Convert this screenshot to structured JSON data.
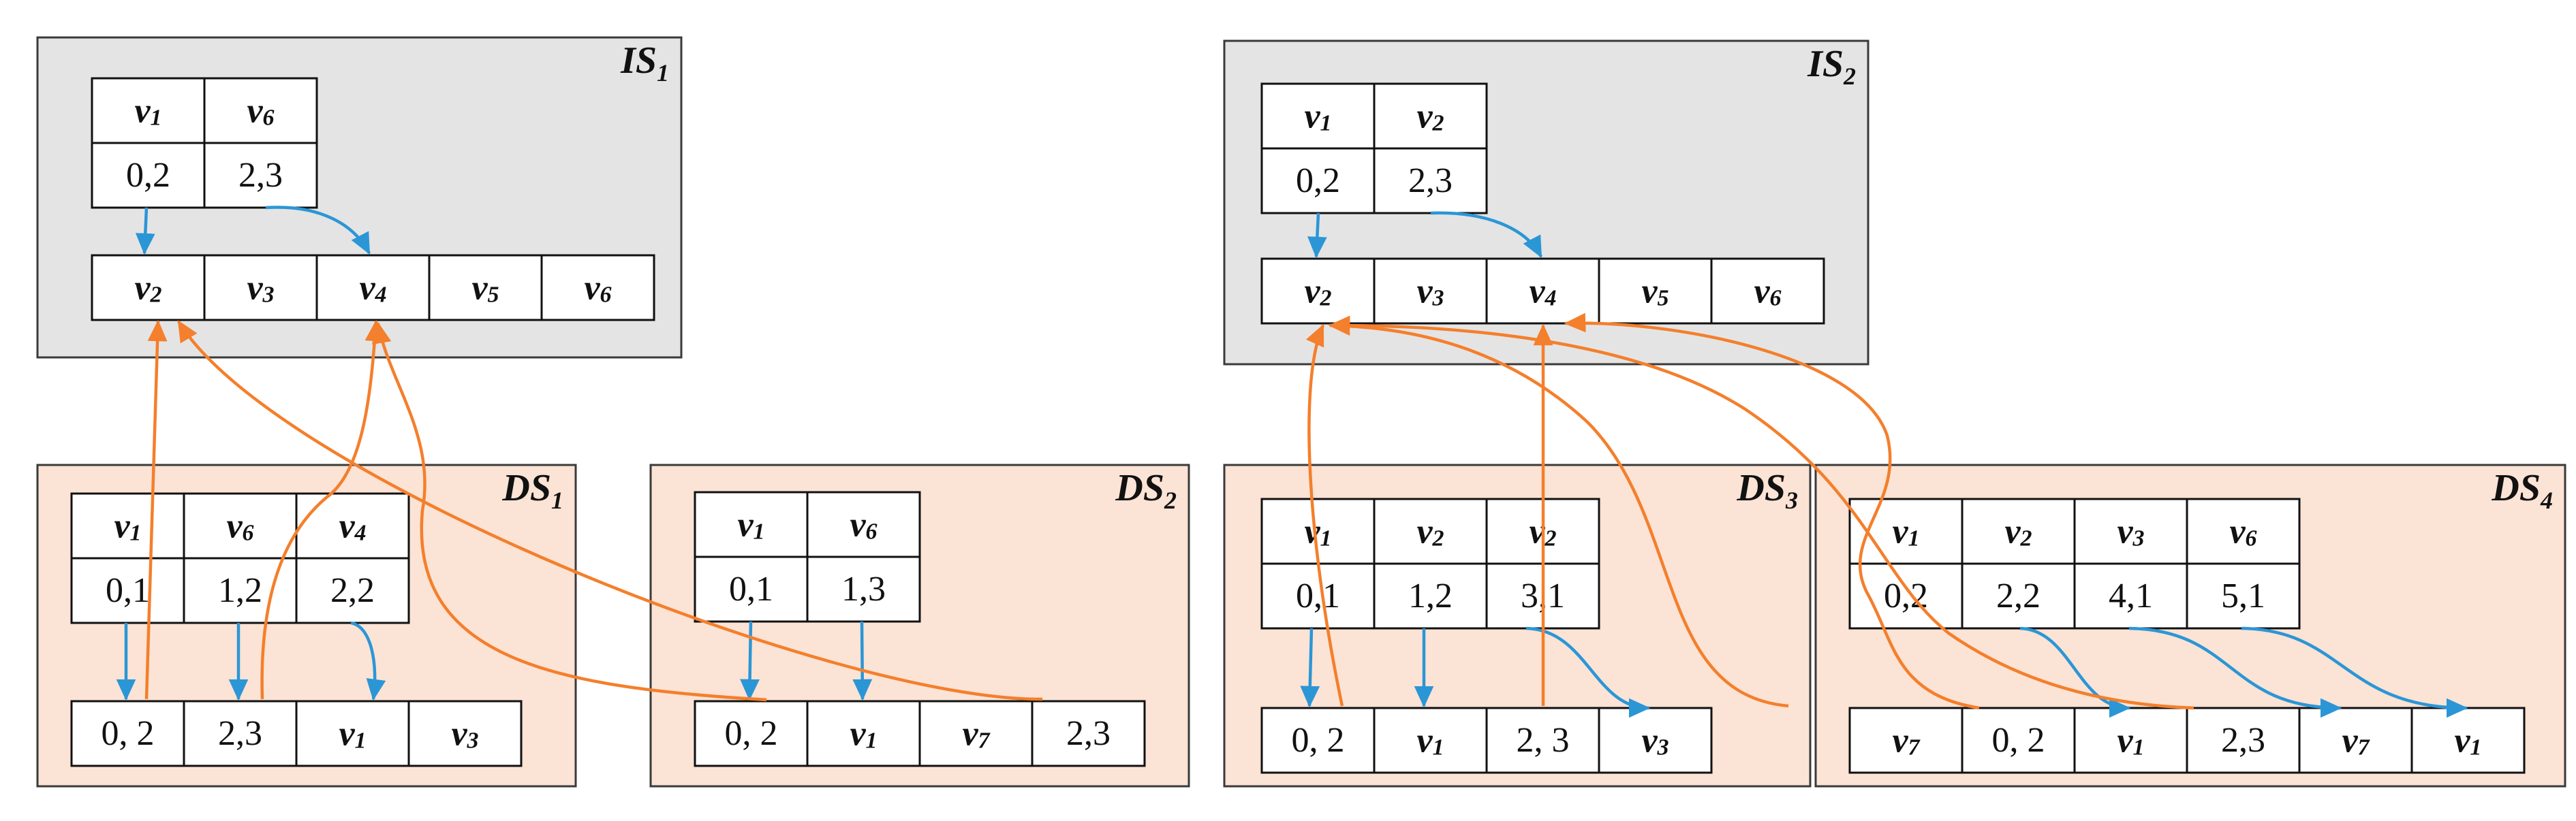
{
  "colors": {
    "index_panel": "#e4e4e4",
    "data_panel": "#fbe3d5",
    "pointer_arrow": "#2b96d6",
    "cross_link_arrow": "#f47f2c"
  },
  "panels": [
    {
      "title": "IS",
      "sub": "1",
      "top_row": [
        {
          "label": "v",
          "sub": "1",
          "val": "0,2"
        },
        {
          "label": "v",
          "sub": "6",
          "val": "2,3"
        }
      ],
      "bottom_row": [
        {
          "label": "v",
          "sub": "2"
        },
        {
          "label": "v",
          "sub": "3"
        },
        {
          "label": "v",
          "sub": "4"
        },
        {
          "label": "v",
          "sub": "5"
        },
        {
          "label": "v",
          "sub": "6"
        }
      ]
    },
    {
      "title": "DS",
      "sub": "1",
      "top_row": [
        {
          "label": "v",
          "sub": "1",
          "val": "0,1"
        },
        {
          "label": "v",
          "sub": "6",
          "val": "1,2"
        },
        {
          "label": "v",
          "sub": "4",
          "val": "2,2"
        }
      ],
      "bottom_row": [
        {
          "text": "0, 2"
        },
        {
          "text": "2,3"
        },
        {
          "label": "v",
          "sub": "1"
        },
        {
          "label": "v",
          "sub": "3"
        }
      ]
    },
    {
      "title": "DS",
      "sub": "2",
      "top_row": [
        {
          "label": "v",
          "sub": "1",
          "val": "0,1"
        },
        {
          "label": "v",
          "sub": "6",
          "val": "1,3"
        }
      ],
      "bottom_row": [
        {
          "text": "0, 2"
        },
        {
          "label": "v",
          "sub": "1"
        },
        {
          "label": "v",
          "sub": "7"
        },
        {
          "text": "2,3"
        }
      ]
    },
    {
      "title": "IS",
      "sub": "2",
      "top_row": [
        {
          "label": "v",
          "sub": "1",
          "val": "0,2"
        },
        {
          "label": "v",
          "sub": "2",
          "val": "2,3"
        }
      ],
      "bottom_row": [
        {
          "label": "v",
          "sub": "2"
        },
        {
          "label": "v",
          "sub": "3"
        },
        {
          "label": "v",
          "sub": "4"
        },
        {
          "label": "v",
          "sub": "5"
        },
        {
          "label": "v",
          "sub": "6"
        }
      ]
    },
    {
      "title": "DS",
      "sub": "3",
      "top_row": [
        {
          "label": "v",
          "sub": "1",
          "val": "0,1"
        },
        {
          "label": "v",
          "sub": "2",
          "val": "1,2"
        },
        {
          "label": "v",
          "sub": "2",
          "val": "3,1"
        }
      ],
      "bottom_row": [
        {
          "text": "0, 2"
        },
        {
          "label": "v",
          "sub": "1"
        },
        {
          "text": "2, 3"
        },
        {
          "label": "v",
          "sub": "3"
        }
      ]
    },
    {
      "title": "DS",
      "sub": "4",
      "top_row": [
        {
          "label": "v",
          "sub": "1",
          "val": "0,2"
        },
        {
          "label": "v",
          "sub": "2",
          "val": "2,2"
        },
        {
          "label": "v",
          "sub": "3",
          "val": "4,1"
        },
        {
          "label": "v",
          "sub": "6",
          "val": "5,1"
        }
      ],
      "bottom_row": [
        {
          "label": "v",
          "sub": "7"
        },
        {
          "text": "0, 2"
        },
        {
          "label": "v",
          "sub": "1"
        },
        {
          "text": "2,3"
        },
        {
          "label": "v",
          "sub": "7"
        },
        {
          "label": "v",
          "sub": "1"
        }
      ]
    }
  ]
}
